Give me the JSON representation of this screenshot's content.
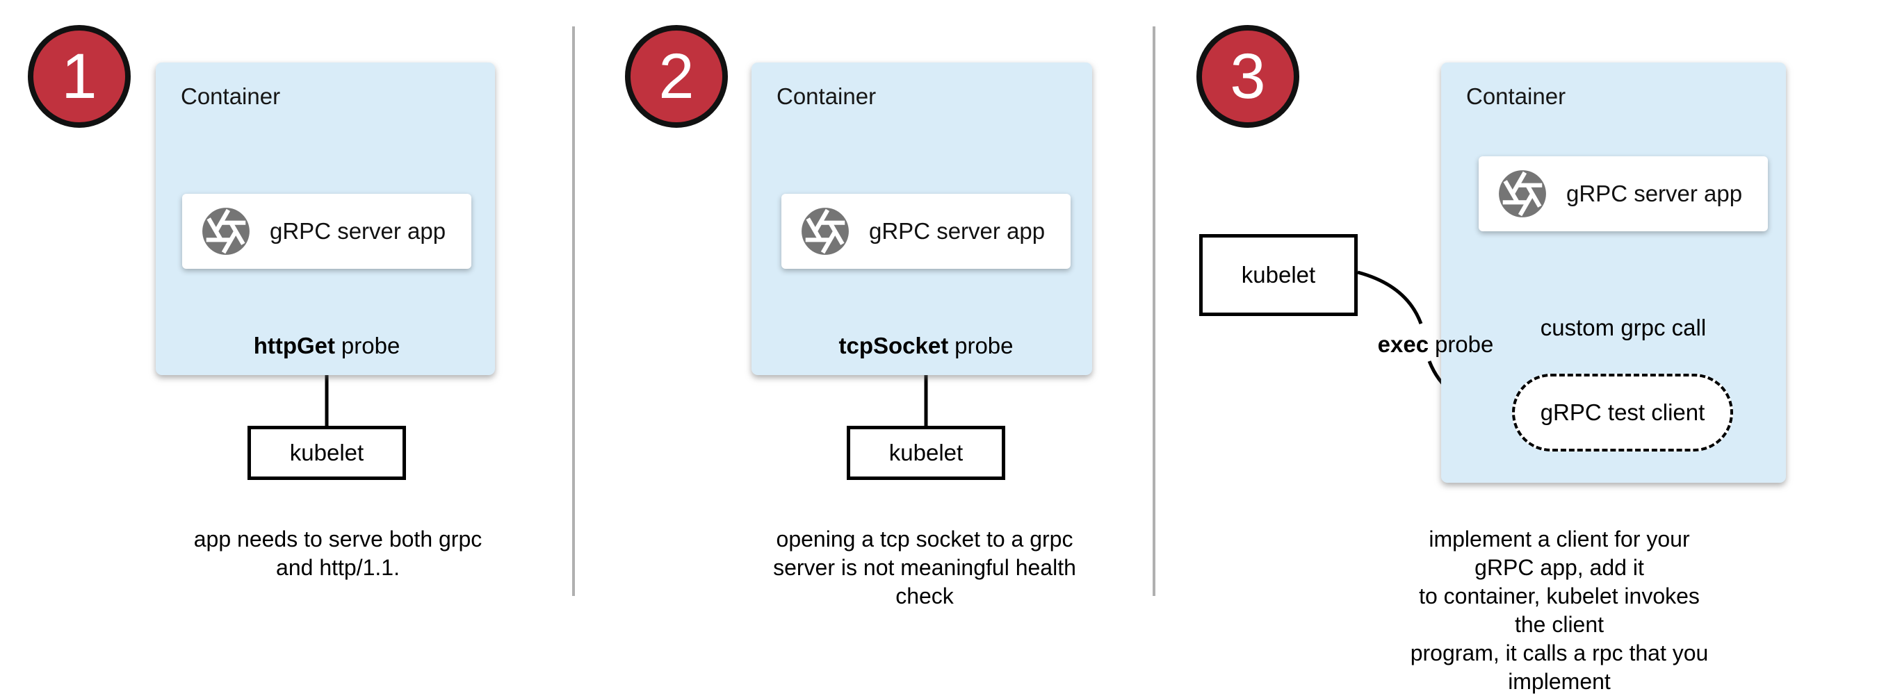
{
  "colors": {
    "container_fill": "#d9ecf8",
    "badge_fill": "#c0323e",
    "badge_border": "#111111",
    "icon_gray": "#757575",
    "divider_gray": "#b0b0b0",
    "arrow_black": "#000000"
  },
  "icons": {
    "app_icon": "aperture-icon"
  },
  "panels": [
    {
      "number": "1",
      "container_label": "Container",
      "app_label": "gRPC server app",
      "probe_bold": "httpGet",
      "probe_rest": "probe",
      "kubelet_label": "kubelet",
      "caption_lines": [
        "app needs to serve both grpc",
        "and http/1.1."
      ]
    },
    {
      "number": "2",
      "container_label": "Container",
      "app_label": "gRPC server app",
      "probe_bold": "tcpSocket",
      "probe_rest": "probe",
      "kubelet_label": "kubelet",
      "caption_lines": [
        "opening a tcp socket to a grpc",
        "server is not meaningful health",
        "check"
      ]
    },
    {
      "number": "3",
      "container_label": "Container",
      "app_label": "gRPC server app",
      "probe_bold": "exec",
      "probe_rest": "probe",
      "kubelet_label": "kubelet",
      "custom_call_label": "custom grpc call",
      "test_client_label": "gRPC test client",
      "caption_lines": [
        "implement a client for your gRPC app, add it",
        "to container, kubelet invokes the client",
        "program, it calls a rpc that you implement"
      ]
    }
  ]
}
